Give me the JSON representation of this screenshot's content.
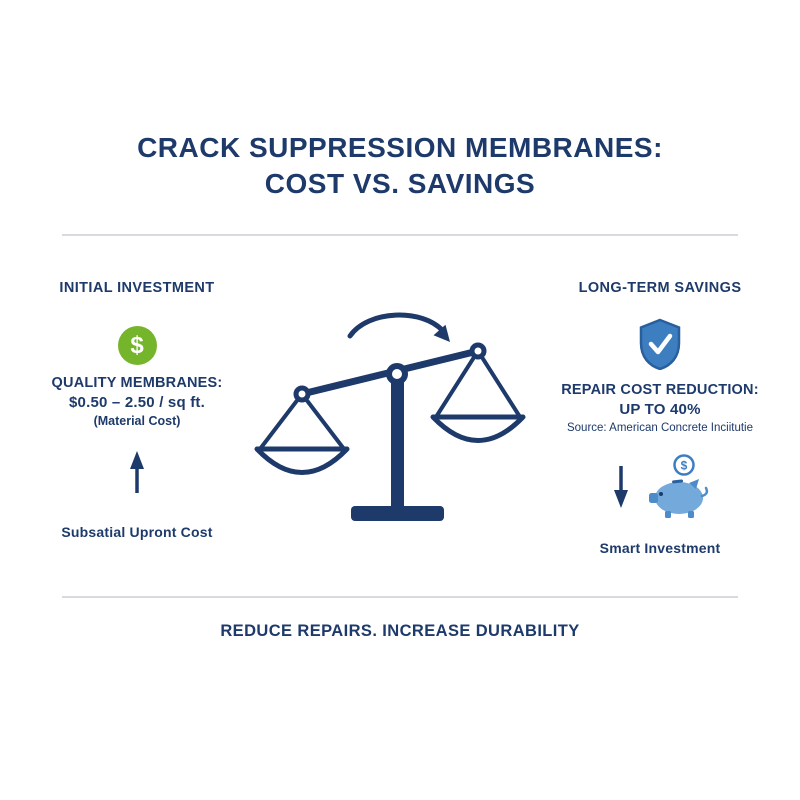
{
  "title": {
    "line1": "CRACK SUPPRESSION MEMBRANES:",
    "line2": "COST VS. SAVINGS"
  },
  "left_panel": {
    "heading": "INITIAL INVESTMENT",
    "item_title": "QUALITY MEMBRANES:",
    "price_range": "$0.50 – 2.50 / sq ft.",
    "price_note": "(Material Cost)",
    "caption": "Subsatial Upront Cost"
  },
  "right_panel": {
    "heading": "LONG-TERM SAVINGS",
    "item_title": "REPAIR COST REDUCTION:",
    "stat": "UP TO 40%",
    "source": "Source: American Concrete Inciitutie",
    "caption": "Smart Investment"
  },
  "footer": {
    "tagline": "REDUCE REPAIRS. INCREASE DURABILITY"
  },
  "icons": {
    "dollar_glyph": "$",
    "coin_glyph": "$"
  },
  "colors": {
    "navy": "#1d3a6b",
    "green": "#74b52c",
    "shield_blue": "#3d7ec1",
    "shield_border": "#2a5f9e",
    "piggy_blue": "#74a9db",
    "piggy_dark": "#4d8cc8",
    "divider": "#d7dbdf",
    "background": "#ffffff"
  }
}
